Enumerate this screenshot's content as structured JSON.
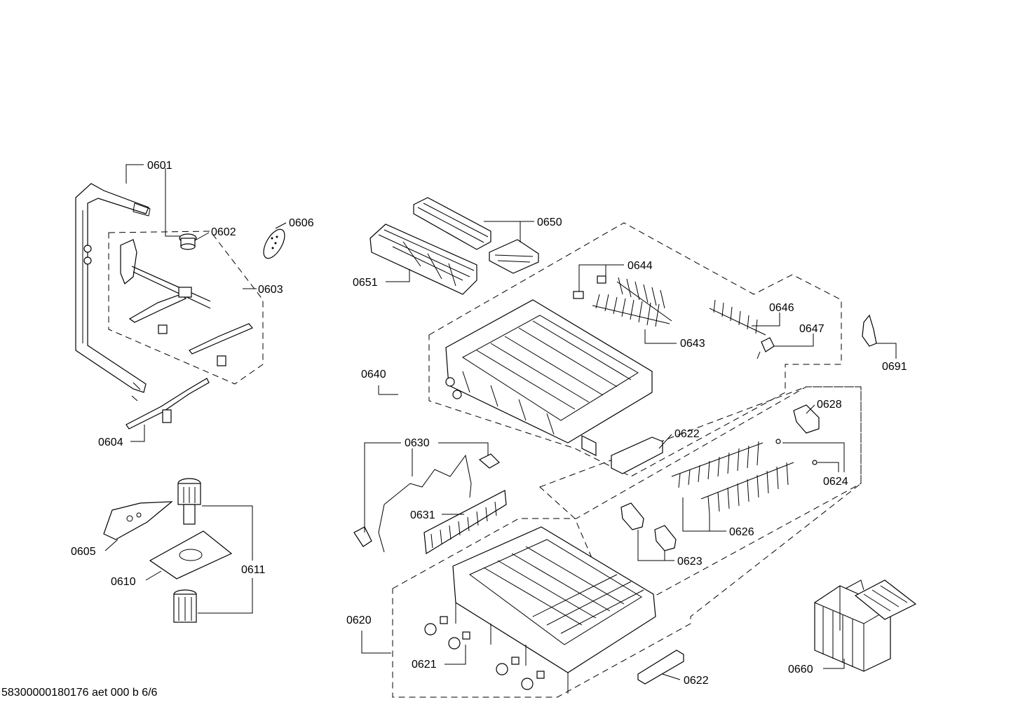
{
  "diagram": {
    "part_labels": {
      "p0601": "0601",
      "p0602": "0602",
      "p0603": "0603",
      "p0604": "0604",
      "p0605": "0605",
      "p0606": "0606",
      "p0610": "0610",
      "p0611": "0611",
      "p0620": "0620",
      "p0621": "0621",
      "p0622a": "0622",
      "p0622b": "0622",
      "p0623": "0623",
      "p0624": "0624",
      "p0626": "0626",
      "p0628": "0628",
      "p0630": "0630",
      "p0631": "0631",
      "p0640": "0640",
      "p0643": "0643",
      "p0644": "0644",
      "p0646": "0646",
      "p0647": "0647",
      "p0650": "0650",
      "p0651": "0651",
      "p0660": "0660",
      "p0691": "0691"
    },
    "footer": "58300000180176 aet 000 b 6/6"
  }
}
